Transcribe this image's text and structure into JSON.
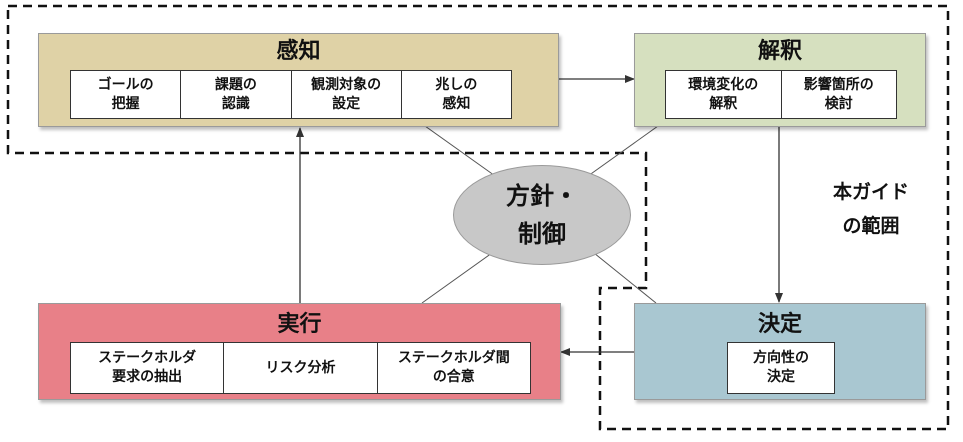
{
  "sense": {
    "title": "感知",
    "items": [
      "ゴールの\n把握",
      "課題の\n認識",
      "観測対象の\n設定",
      "兆しの\n感知"
    ],
    "color": "#dfd2a6"
  },
  "interpret": {
    "title": "解釈",
    "items": [
      "環境変化の\n解釈",
      "影響箇所の\n検討"
    ],
    "color": "#d6e0bf"
  },
  "decide": {
    "title": "決定",
    "items": [
      "方向性の\n決定"
    ],
    "color": "#a9c7d1"
  },
  "execute": {
    "title": "実行",
    "items": [
      "ステークホルダ\n要求の抽出",
      "リスク分析",
      "ステークホルダ間\nの合意"
    ],
    "color": "#e88088"
  },
  "hub": {
    "label": "方針・\n制御",
    "color": "#c8c8c8"
  },
  "scope": {
    "label": "本ガイド\nの範囲"
  }
}
